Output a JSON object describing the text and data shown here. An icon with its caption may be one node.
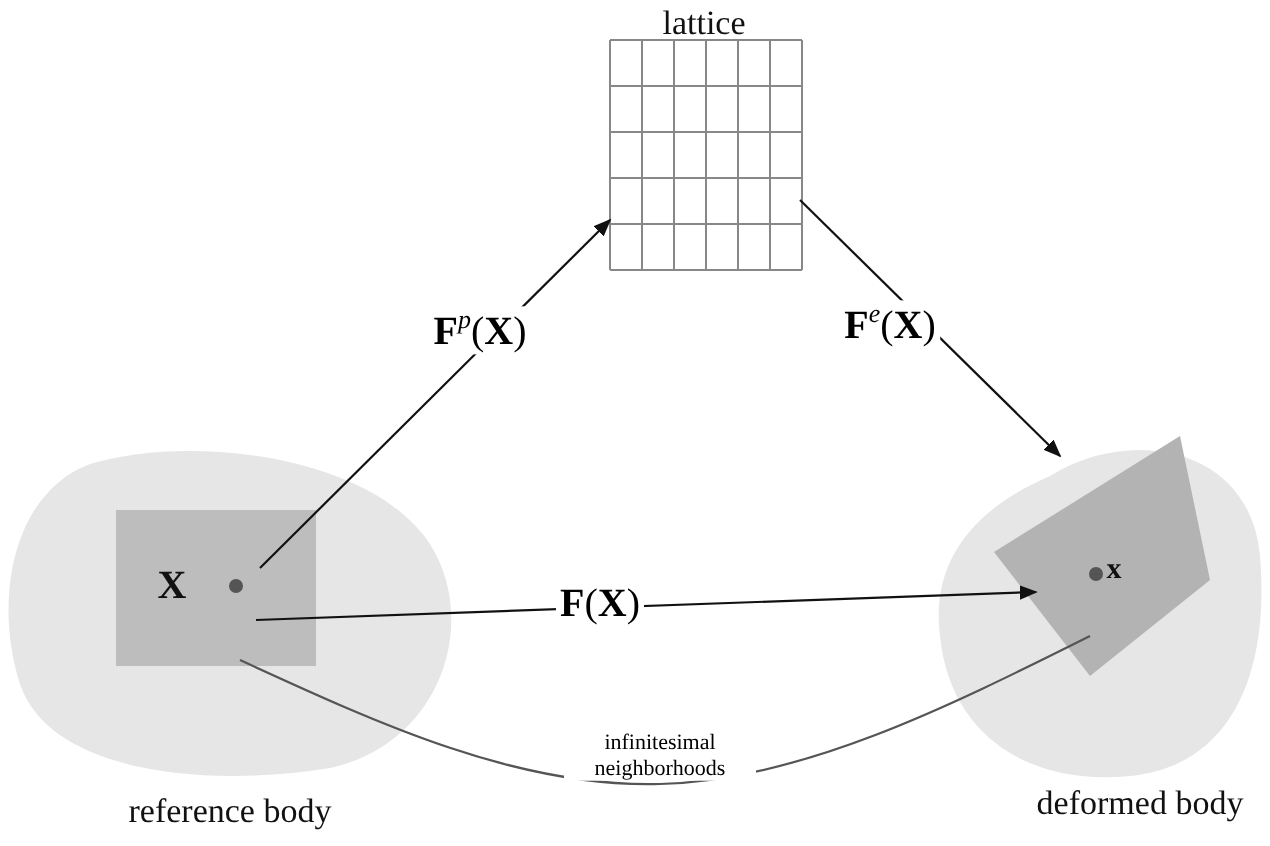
{
  "diagram": {
    "nodes": [
      {
        "text": [
          "lattice"
        ]
      },
      {
        "text": [
          "reference body"
        ]
      },
      {
        "text": [
          "X"
        ],
        "in": 1
      },
      {
        "text": [
          "deformed body"
        ]
      },
      {
        "text": [
          "x"
        ],
        "in": 3
      }
    ],
    "edges": [
      {
        "from": 2,
        "to": 0,
        "label": "**F**$^{p}$(**X**)",
        "arrow": "to"
      },
      {
        "from": 0,
        "to": 4,
        "label": "**F**$^{e}$(**X**)",
        "arrow": "to"
      },
      {
        "from": 2,
        "to": 4,
        "label": "**F**(**X**)",
        "arrow": "to"
      },
      {
        "from": 2,
        "to": 4,
        "label": "infinitesimal neighborhoods",
        "arrow": "none"
      }
    ]
  }
}
